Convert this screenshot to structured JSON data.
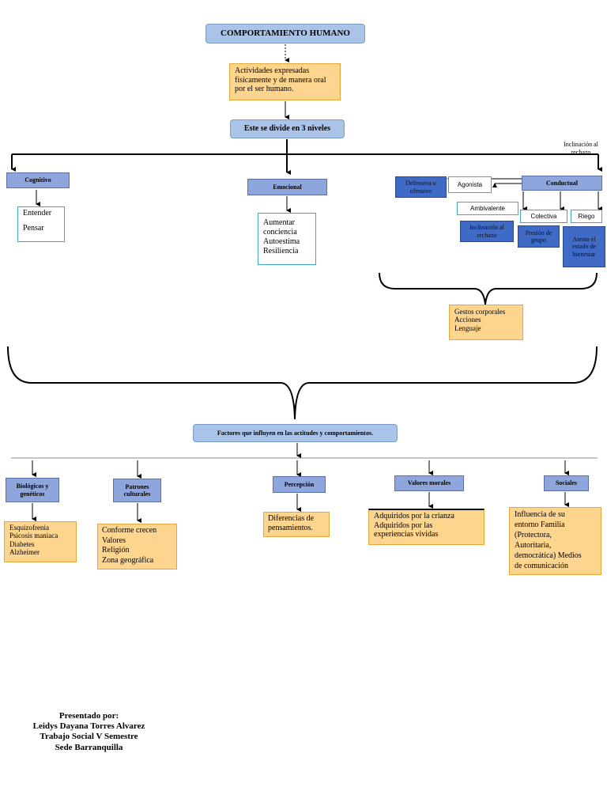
{
  "title": "COMPORTAMIENTO HUMANO",
  "description": "Actividades expresadas físicamente y de manera oral por el ser humano.",
  "levels_label": "Este se divide en 3 niveles",
  "cognitivo": {
    "label": "Cognitivo",
    "items": [
      "Entender",
      "Pensar"
    ]
  },
  "emocional": {
    "label": "Emocional",
    "items": [
      "Aumentar",
      "conciencia",
      "Autoestima",
      "Resiliencia"
    ]
  },
  "conductual": {
    "label": "Conductual",
    "inclinacion_note": "Inclinación al rechazo",
    "defensiva": "Defensiva u ofensivo",
    "agonista": "Agonista",
    "ambivalente": "Ambivalente",
    "colectiva": "Colectiva",
    "riego": "Riego",
    "inclinacion_rechazo": "Inclinación al rechazo",
    "presion": "Presión de grupo",
    "atenta": "Atenta el estado de bienestar",
    "expresiones": [
      "Gestos corporales",
      "Acciones",
      " Lenguaje"
    ]
  },
  "factores_label": "Factores que influyen en las actitudes y comportamientos.",
  "factores": [
    {
      "label": "Biológicos y genéticos",
      "items": [
        "Esquizofrenia",
        "Psicosis maniaca",
        "Diabetes",
        "Alzheimer"
      ]
    },
    {
      "label": "Patrones culturales",
      "items": [
        "Conforme crecen",
        "Valores",
        "Religión",
        "Zona geográfica"
      ]
    },
    {
      "label": "Percepción",
      "items": [
        "Diferencias de",
        "pensamientos."
      ]
    },
    {
      "label": "Valores morales",
      "items": [
        "Adquiridos por la crianza",
        "Adquiridos por las",
        "experiencias vividas"
      ]
    },
    {
      "label": "Sociales",
      "items": [
        "Influencia de su",
        "entorno Familia",
        "(Protectora,",
        "Autoritaria,",
        "democrática) Medios",
        "de comunicación"
      ]
    }
  ],
  "footer": [
    "Presentado por:",
    "Leidys Dayana Torres Alvarez",
    "Trabajo Social V Semestre",
    "Sede Barranquilla"
  ],
  "colors": {
    "light_blue": "#a9c4e8",
    "mid_blue": "#8fa6dc",
    "dark_blue": "#3f6ac6",
    "orange": "#fdd58f",
    "white_border": "#3ea6d6"
  }
}
